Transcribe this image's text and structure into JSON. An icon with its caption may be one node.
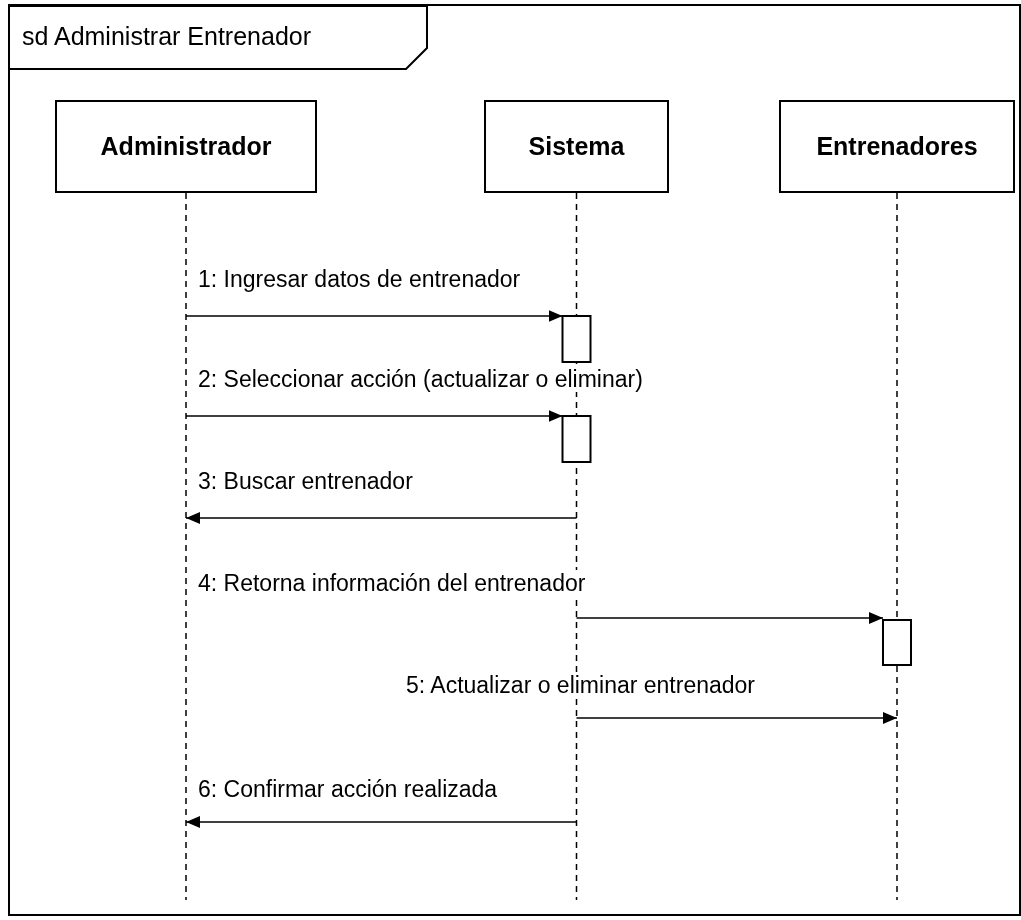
{
  "diagram": {
    "nodes": [
      {
        "text": [
          "sd Administrar Entrenador"
        ]
      },
      {
        "text": [
          "Administrador"
        ],
        "in": 0
      },
      {
        "text": [
          "Sistema"
        ],
        "in": 0
      },
      {
        "text": [
          "Entrenadores"
        ],
        "in": 0
      }
    ],
    "edges": [
      {
        "from": 1,
        "to": 2,
        "label": "1: Ingresar datos de entrenador",
        "arrow": "to"
      },
      {
        "from": 1,
        "to": 2,
        "label": "2: Seleccionar acción (actualizar o eliminar)",
        "arrow": "to"
      },
      {
        "from": 2,
        "to": 1,
        "label": "3: Buscar entrenador",
        "arrow": "to"
      },
      {
        "from": 2,
        "to": 3,
        "label": "4: Retorna información del entrenador",
        "arrow": "to"
      },
      {
        "from": 2,
        "to": 3,
        "label": "5: Actualizar o eliminar entrenador",
        "arrow": "to"
      },
      {
        "from": 2,
        "to": 1,
        "label": "6: Confirmar acción realizada",
        "arrow": "to"
      }
    ]
  }
}
